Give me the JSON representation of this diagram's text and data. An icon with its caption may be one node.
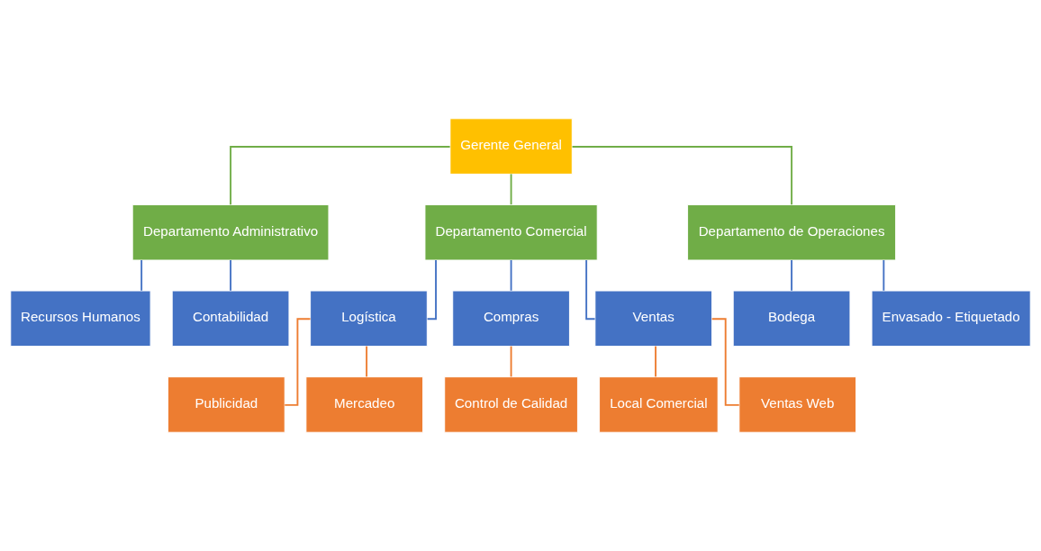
{
  "diagram": {
    "nodes": [
      {
        "text": [
          "Gerente General"
        ]
      },
      {
        "text": [
          "Departamento Administrativo"
        ]
      },
      {
        "text": [
          "Departamento Comercial"
        ]
      },
      {
        "text": [
          "Departamento de Operaciones"
        ]
      },
      {
        "text": [
          "Recursos Humanos"
        ]
      },
      {
        "text": [
          "Contabilidad"
        ]
      },
      {
        "text": [
          "Logística"
        ]
      },
      {
        "text": [
          "Compras"
        ]
      },
      {
        "text": [
          "Ventas"
        ]
      },
      {
        "text": [
          "Bodega"
        ]
      },
      {
        "text": [
          "Envasado - Etiquetado"
        ]
      },
      {
        "text": [
          "Publicidad"
        ]
      },
      {
        "text": [
          "Mercadeo"
        ]
      },
      {
        "text": [
          "Control de Calidad"
        ]
      },
      {
        "text": [
          "Local Comercial"
        ]
      },
      {
        "text": [
          "Ventas Web"
        ]
      }
    ],
    "edges": [
      {
        "from": 0,
        "to": 1,
        "arrow": "none",
        "color": "#70ad47"
      },
      {
        "from": 0,
        "to": 2,
        "arrow": "none",
        "color": "#70ad47"
      },
      {
        "from": 0,
        "to": 3,
        "arrow": "none",
        "color": "#70ad47"
      },
      {
        "from": 1,
        "to": 4,
        "arrow": "none"
      },
      {
        "from": 1,
        "to": 5,
        "arrow": "none"
      },
      {
        "from": 2,
        "to": 6,
        "arrow": "none"
      },
      {
        "from": 2,
        "to": 7,
        "arrow": "none"
      },
      {
        "from": 2,
        "to": 8,
        "arrow": "none"
      },
      {
        "from": 3,
        "to": 9,
        "arrow": "none"
      },
      {
        "from": 3,
        "to": 10,
        "arrow": "none"
      },
      {
        "from": 6,
        "to": 11,
        "arrow": "none",
        "color": "#ed7d31"
      },
      {
        "from": 6,
        "to": 12,
        "arrow": "none",
        "color": "#ed7d31"
      },
      {
        "from": 7,
        "to": 13,
        "arrow": "none",
        "color": "#ed7d31"
      },
      {
        "from": 8,
        "to": 14,
        "arrow": "none",
        "color": "#ed7d31"
      },
      {
        "from": 8,
        "to": 15,
        "arrow": "none",
        "color": "#ed7d31"
      }
    ]
  }
}
